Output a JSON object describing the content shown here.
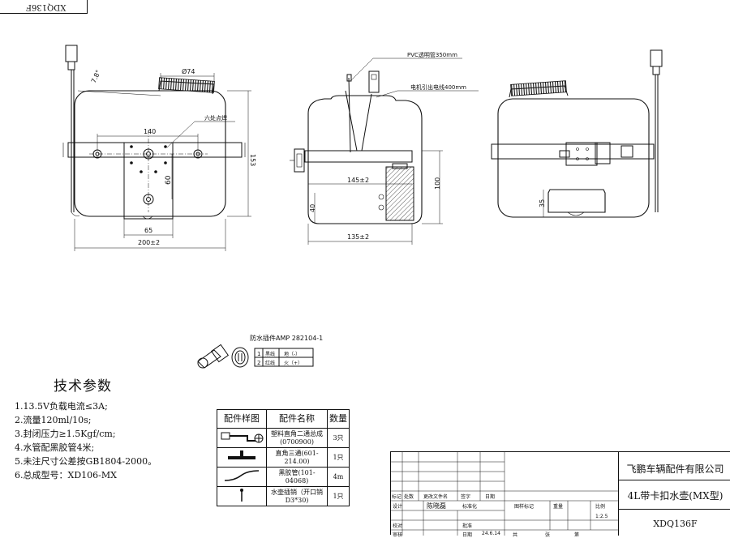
{
  "drawing_number_stamp": "XDQ136F",
  "front_view": {
    "angle_label": "7.8°",
    "diameter_label": "Ø74",
    "callout_hex_rivet": "六处点焊",
    "dim_140": "140",
    "dim_153": "153",
    "dim_60": "60",
    "dim_65": "65",
    "dim_200": "200±2"
  },
  "side_view": {
    "callout_pvc_tube": "PVC透明管350mm",
    "callout_motor_lead": "电机引出电线400mm",
    "dim_145": "145±2",
    "dim_100": "100",
    "dim_40": "40",
    "dim_135": "135±2"
  },
  "rear_view": {
    "dim_35": "35"
  },
  "connector": {
    "title": "防水插件AMP 282104-1",
    "pins": [
      {
        "no": "1",
        "wire": "黑线",
        "signal": "地（-）"
      },
      {
        "no": "2",
        "wire": "红线",
        "signal": "火（+）"
      }
    ]
  },
  "specs": {
    "title": "技术参数",
    "items": [
      "1.13.5V负载电流≤3A;",
      "2.流量120ml/10s;",
      "3.封闭压力≥1.5Kgf/cm;",
      "4.水管配黑胶管4米;",
      "5.未注尺寸公差按GB1804-2000。",
      "6.总成型号：XD106-MX"
    ]
  },
  "parts_table": {
    "headers": [
      "配件样图",
      "配件名称",
      "数量"
    ],
    "rows": [
      {
        "name": "塑料直角二通总成(0700900)",
        "qty": "3只"
      },
      {
        "name": "直角三通(601-214.00)",
        "qty": "1只"
      },
      {
        "name": "黑胶管(101-04068)",
        "qty": "4m"
      },
      {
        "name": "水壶插销（开口销D3*30)",
        "qty": "1只"
      }
    ]
  },
  "title_block": {
    "company": "飞鹏车辆配件有限公司",
    "product": "4L带卡扣水壶(MX型)",
    "drawing_no": "XDQ136F",
    "scale": "1:2.5",
    "header_labels": [
      "标记",
      "处数",
      "更改文件名",
      "签字",
      "日期"
    ],
    "designer_label": "设计",
    "designer": "陈晓磊",
    "standardize_label": "标准化",
    "check_label": "校对",
    "review_label": "审核",
    "approve_label": "批准",
    "date_label": "日期",
    "date": "24.6.14",
    "stage_label": "图样标记",
    "weight_label": "重量",
    "ratio_label": "比例",
    "sheet_total_label": "共",
    "sheet_label": "张",
    "page_label": "第"
  }
}
